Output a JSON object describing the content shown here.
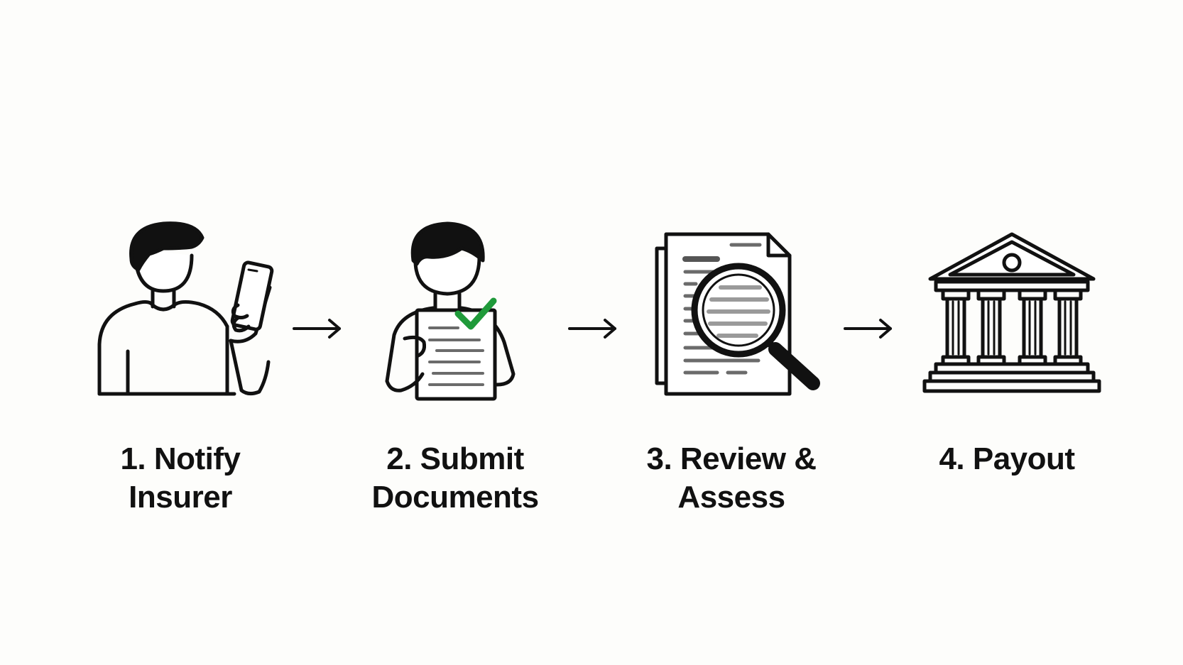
{
  "steps": [
    {
      "number": "1.",
      "lines": [
        "1. Notify",
        "Insurer"
      ],
      "icon": "person-with-phone-icon"
    },
    {
      "number": "2.",
      "lines": [
        "2. Submit",
        "Documents"
      ],
      "icon": "person-holding-checked-document-icon"
    },
    {
      "number": "3.",
      "lines": [
        "3. Review &",
        "Assess"
      ],
      "icon": "document-magnifier-icon"
    },
    {
      "number": "4.",
      "lines": [
        "4. Payout"
      ],
      "icon": "bank-building-icon"
    }
  ],
  "colors": {
    "ink": "#111111",
    "check": "#1f9a3a",
    "text_lines": "#6b6b6b",
    "background": "#fdfdfb"
  }
}
